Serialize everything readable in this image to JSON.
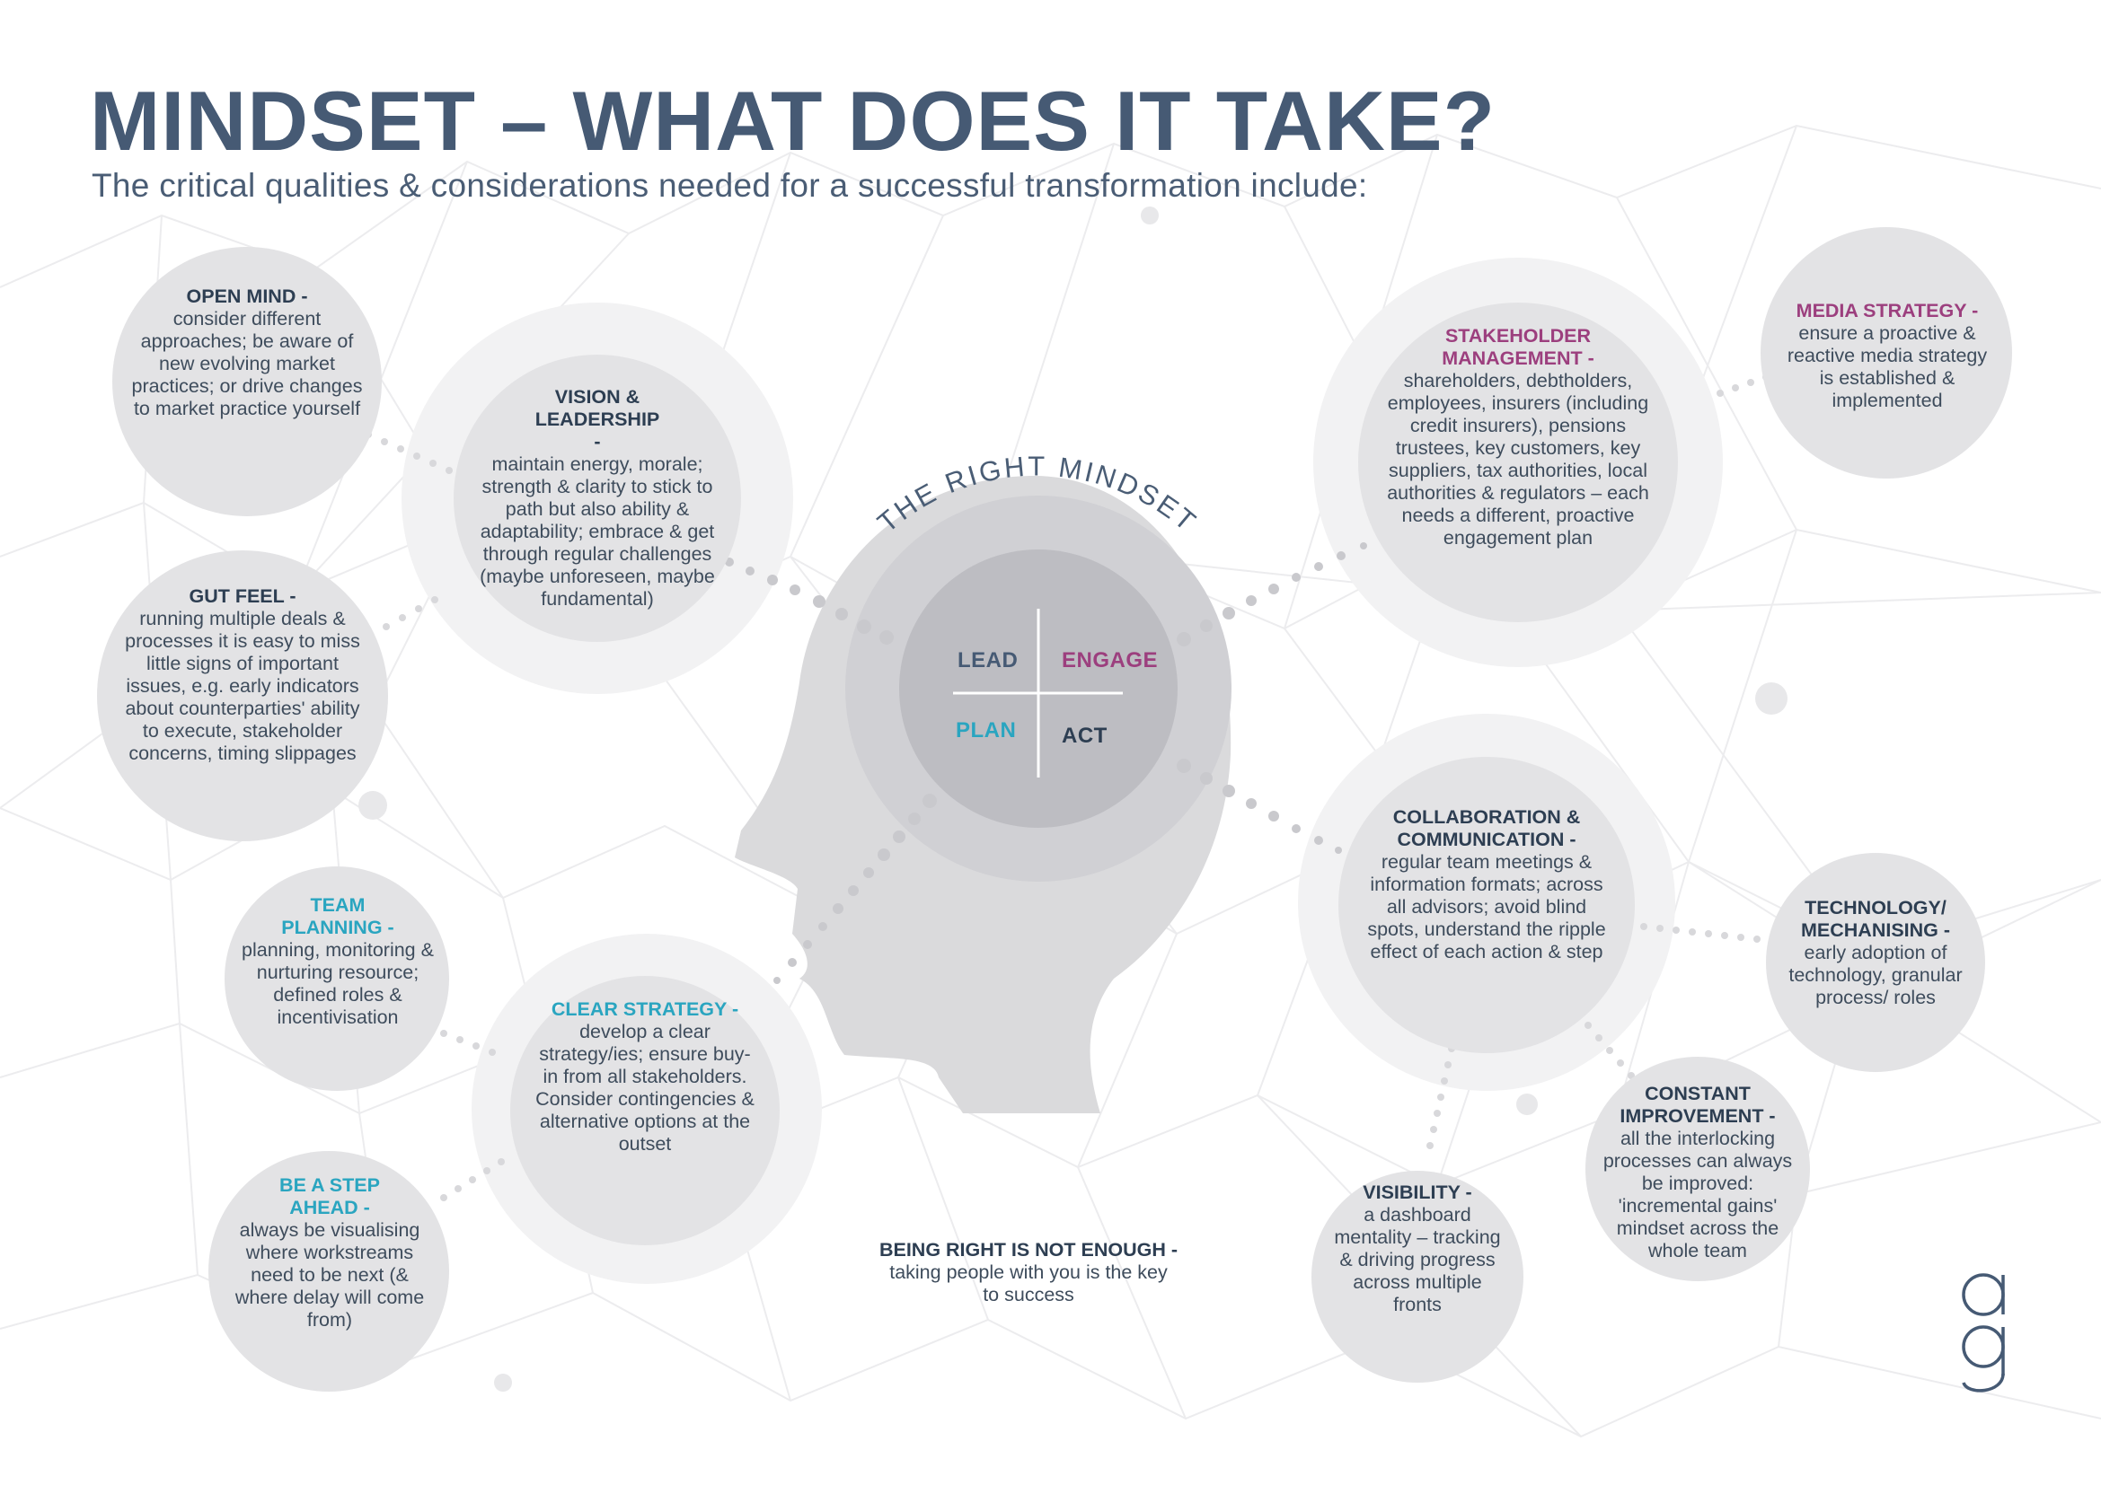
{
  "header": {
    "title": "MINDSET – WHAT DOES IT TAKE?",
    "subtitle": "The critical qualities & considerations needed for a successful transformation include:"
  },
  "colors": {
    "navy": "#465a74",
    "teal": "#2aa5c0",
    "plum": "#9c3f7e",
    "bubble": "#e4e4e6",
    "core": "#bdbdc2",
    "head": "#dadadc"
  },
  "center": {
    "arc_text": "THE RIGHT MINDSET",
    "lead": "LEAD",
    "engage": "ENGAGE",
    "plan": "PLAN",
    "act": "ACT"
  },
  "qualities": {
    "open_mind": {
      "heading": "OPEN MIND -",
      "body": "consider different approaches; be aware of new evolving market practices; or drive changes to market practice yourself"
    },
    "vision": {
      "heading": "VISION & LEADERSHIP -",
      "body": "maintain energy, morale; strength & clarity to stick to path but also ability & adaptability; embrace & get through regular challenges (maybe unforeseen, maybe fundamental)"
    },
    "gut_feel": {
      "heading": "GUT FEEL -",
      "body": "running multiple deals & processes it is easy to miss little signs of important issues, e.g. early indicators about counterparties' ability to execute, stakeholder concerns, timing slippages"
    },
    "team_planning": {
      "heading": "TEAM PLANNING -",
      "body": "planning, monitoring & nurturing resource; defined roles & incentivisation"
    },
    "clear_strategy": {
      "heading": "CLEAR STRATEGY -",
      "body": "develop a clear strategy/ies; ensure buy-in from all stakeholders. Consider contingencies & alternative options at the outset"
    },
    "step_ahead": {
      "heading": "BE A STEP AHEAD -",
      "body": "always be visualising where workstreams need to be next (& where delay will come from)"
    },
    "stakeholder": {
      "heading": "STAKEHOLDER MANAGEMENT -",
      "body": "shareholders, debtholders, employees, insurers (including credit insurers), pensions trustees, key customers, key suppliers, tax authorities, local authorities & regulators – each needs a different, proactive engagement plan"
    },
    "media": {
      "heading": "MEDIA STRATEGY -",
      "body": "ensure a proactive & reactive media strategy is established & implemented"
    },
    "collaboration": {
      "heading": "COLLABORATION & COMMUNICATION -",
      "body": "regular team meetings & information formats; across all advisors; avoid blind spots, understand the ripple effect of each action & step"
    },
    "technology": {
      "heading": "TECHNOLOGY/ MECHANISING -",
      "body": "early adoption of technology, granular process/ roles"
    },
    "improvement": {
      "heading": "CONSTANT IMPROVEMENT -",
      "body": "all the interlocking processes can always be improved: 'incremental gains' mindset across the whole team"
    },
    "visibility": {
      "heading": "VISIBILITY -",
      "body": "a dashboard mentality – tracking & driving progress across multiple fronts"
    }
  },
  "closing": {
    "heading": "BEING RIGHT IS NOT ENOUGH -",
    "body": "taking people with you is the key to success"
  },
  "logo": {
    "text": "ag"
  }
}
